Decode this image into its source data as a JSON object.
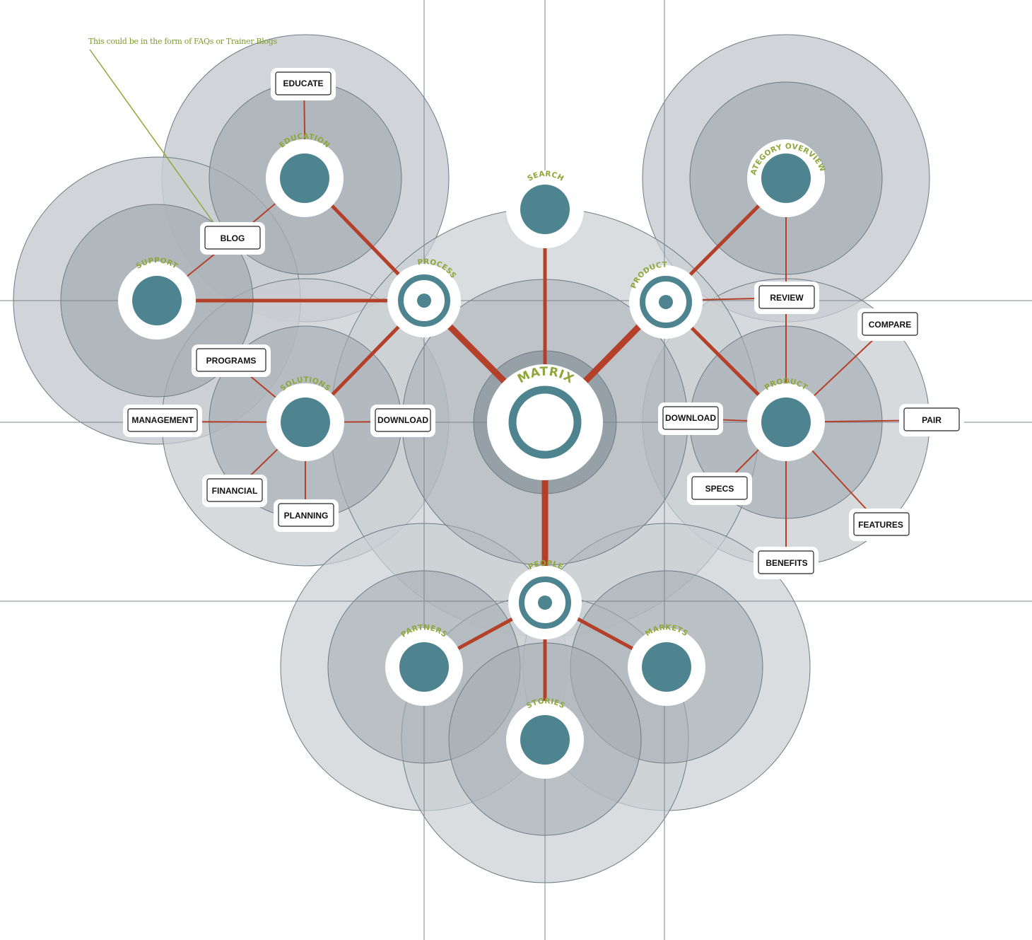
{
  "annotation": "This could be in the form of FAQs or Trainer Blogs",
  "center": {
    "label": "MATRIX"
  },
  "hubs": {
    "search": "SEARCH",
    "process": "PROCESS",
    "product_top": "PRODUCT",
    "people": "PEOPLE",
    "education": "EDUCATION",
    "support": "SUPPORT",
    "solutions": "SOLUTIONS",
    "category_overview": "CATEGORY OVERVIEW",
    "product_right": "PRODUCT",
    "partners": "PARTNERS",
    "markets": "MARKETS",
    "stories": "STORIES"
  },
  "boxes": {
    "educate": "EDUCATE",
    "blog": "BLOG",
    "programs": "PROGRAMS",
    "management": "MANAGEMENT",
    "download_left": "DOWNLOAD",
    "financial": "FINANCIAL",
    "planning": "PLANNING",
    "review": "REVIEW",
    "compare": "COMPARE",
    "download_right": "DOWNLOAD",
    "pair": "PAIR",
    "specs": "SPECS",
    "features": "FEATURES",
    "benefits": "BENEFITS"
  },
  "colors": {
    "connector": "#b5402a",
    "hub_fill": "#4d8490",
    "label_green": "#8fa73a",
    "note_green": "#7f9a2e"
  }
}
